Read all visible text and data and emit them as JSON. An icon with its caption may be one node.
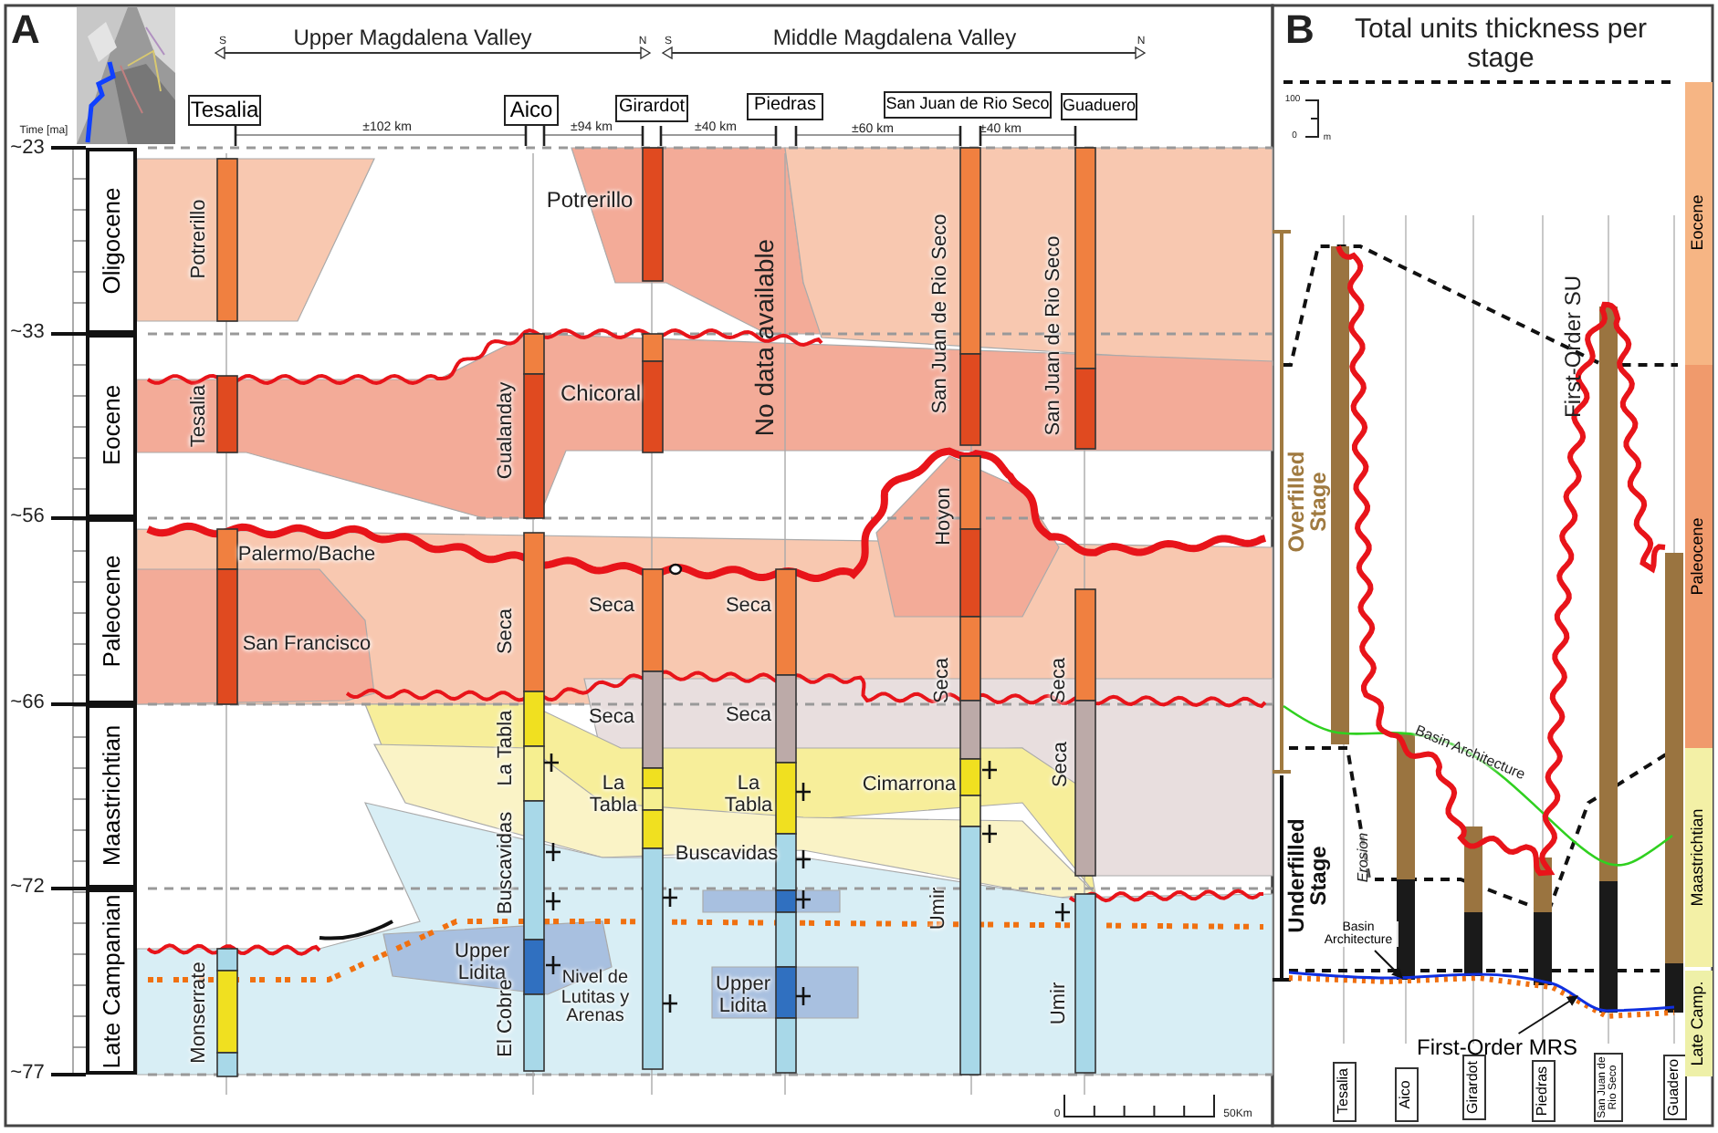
{
  "diagram": {
    "nodes": [
      {
        "text": [
          "Tesalia"
        ]
      },
      {
        "text": [
          "Aico"
        ]
      },
      {
        "text": [
          "Girardot"
        ]
      },
      {
        "text": [
          "Piedras"
        ]
      },
      {
        "text": [
          "San Juan de Rio Seco"
        ]
      },
      {
        "text": [
          "Guaduero"
        ]
      },
      {
        "text": [
          "Oligocene"
        ]
      },
      {
        "text": [
          "Eocene"
        ]
      },
      {
        "text": [
          "Paleocene"
        ]
      },
      {
        "text": [
          "Maastrichtian"
        ]
      },
      {
        "text": [
          "Late Campanian"
        ]
      },
      {
        "text": [
          "Tesalia"
        ]
      },
      {
        "text": [
          "Aico"
        ]
      },
      {
        "text": [
          "Girardot"
        ]
      },
      {
        "text": [
          "Piedras"
        ]
      },
      {
        "text": [
          "San Juan de Rio Seco"
        ]
      },
      {
        "text": [
          "Guadero"
        ]
      },
      {
        "text": [
          "Eocene"
        ]
      },
      {
        "text": [
          "Paleocene"
        ]
      },
      {
        "text": [
          "Maastrichtian"
        ]
      },
      {
        "text": [
          "Late Camp."
        ]
      },
      {
        "text": [
          "Basin Architecture"
        ]
      },
      {
        "text": [
          "First-Order MRS"
        ]
      }
    ],
    "edges": [
      {
        "from": 21,
        "to": null,
        "arrow": "to"
      },
      {
        "from": 22,
        "to": null,
        "arrow": "to"
      }
    ],
    "labels": [
      "A",
      "S",
      "Upper Magdalena Valley",
      "N",
      "S",
      "Middle Magdalena Valley",
      "N",
      "Time [ma]",
      "±102 km",
      "±94 km",
      "±40 km",
      "±60 km",
      "±40 km",
      "~23",
      "~33",
      "~56",
      "~66",
      "~72",
      "~77",
      "Potrerillo",
      "Potrerillo",
      "No data available",
      "Tesalia",
      "Gualanday",
      "Chicoral",
      "San Juan de Rio Seco",
      "San Juan de Rio Seco",
      "Hoyon",
      "Palermo/Bache",
      "San Francisco",
      "Seca",
      "Seca",
      "Seca",
      "Seca",
      "Seca",
      "Seca",
      "Seca",
      "Seca",
      "La Tabla",
      "La Tabla",
      "La Tabla",
      "Cimarrona",
      "Buscavidas",
      "Buscavidas",
      "Upper Lidita",
      "Nivel de Lutitas y Arenas",
      "El Cobre",
      "Upper Lidita",
      "Monserrate",
      "Umir",
      "Umir",
      "0",
      "50Km",
      "B",
      "Total units thickness per stage",
      "100",
      "0",
      "m",
      "Overfilled Stage",
      "First-Order SU",
      "Basin Architecture",
      "Underfilled Stage",
      "Erosion"
    ]
  }
}
